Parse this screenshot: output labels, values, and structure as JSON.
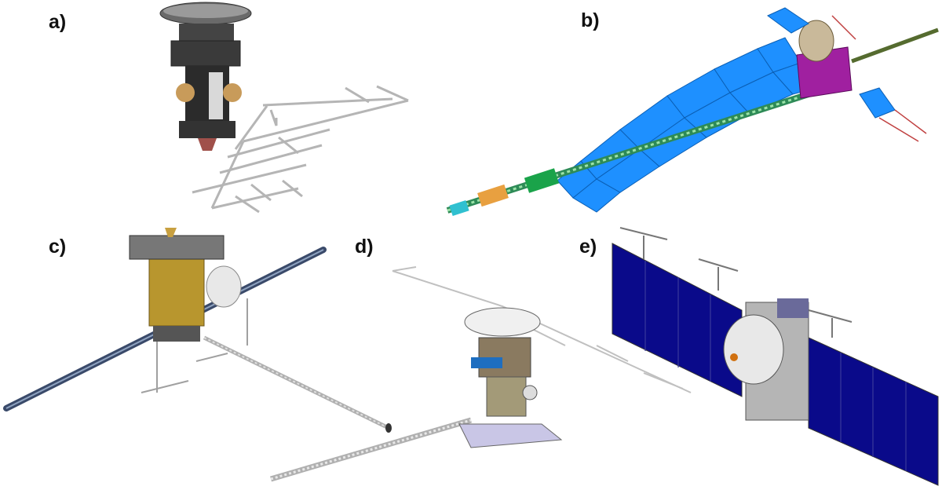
{
  "panels": [
    {
      "id": "a",
      "label": "a)"
    },
    {
      "id": "b",
      "label": "b)"
    },
    {
      "id": "c",
      "label": "c)"
    },
    {
      "id": "d",
      "label": "d)"
    },
    {
      "id": "e",
      "label": "e)"
    }
  ],
  "colors": {
    "solar_panel_blue": "#1e90ff",
    "solar_panel_navy": "#0a0a8a",
    "bus_magenta": "#a020a0",
    "truss_green": "#2e8b57",
    "boom_gray": "#b0b0b0",
    "dark_body": "#2b2b2b",
    "gold_foil": "#b8962e"
  }
}
